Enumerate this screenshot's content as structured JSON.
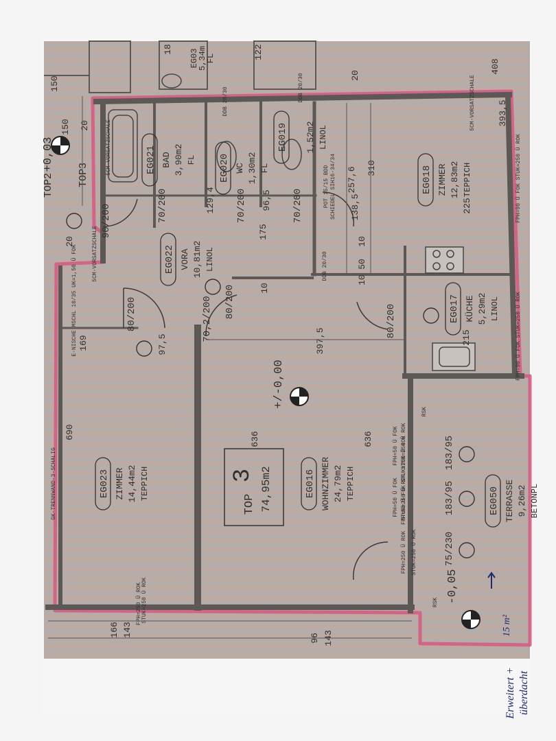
{
  "unit": {
    "label": "TOP",
    "number": "3",
    "area": "74,95m2"
  },
  "level": "+/-0,00",
  "level_top_left": "+0,03",
  "level_terrace": "-0,05",
  "top_neighbor": "TOP3",
  "top_neighbor_2": "TOP2",
  "rooms": [
    {
      "code": "EG023",
      "name": "ZIMMER",
      "area": "14,44m2",
      "floor": "TEPPICH"
    },
    {
      "code": "EG016",
      "name": "WOHNZIMMER",
      "area": "24,79m2",
      "floor": "TEPPICH"
    },
    {
      "code": "EG017",
      "name": "KÜCHE",
      "area": "5,29m2",
      "floor": "LINOL"
    },
    {
      "code": "EG018",
      "name": "ZIMMER",
      "area": "12,83m2",
      "floor": "TEPPICH"
    },
    {
      "code": "EG019",
      "name": "",
      "area": "1,52m2",
      "floor": "LINOL"
    },
    {
      "code": "EG020",
      "name": "WC",
      "area": "1,30m2",
      "floor": "FL"
    },
    {
      "code": "EG021",
      "name": "BAD",
      "area": "3,90m2",
      "floor": "FL"
    },
    {
      "code": "EG022",
      "name": "VORA",
      "area": "10,81m2",
      "floor": "LINOL"
    },
    {
      "code": "EG050",
      "name": "TERRASSE",
      "area": "9,26m2",
      "floor": "BETONPL"
    }
  ],
  "neighbor_rooms": [
    {
      "code": "EG03",
      "area": "5,34m",
      "floor": "FL"
    }
  ],
  "dimensions": [
    "690",
    "636",
    "636",
    "169",
    "97,5",
    "397,5",
    "310",
    "257,6",
    "175",
    "138,5",
    "393,5",
    "408",
    "150",
    "150",
    "20",
    "20",
    "20",
    "10",
    "10",
    "10",
    "50",
    "225",
    "215",
    "166",
    "143",
    "96",
    "143",
    "129,4",
    "96,5",
    "122",
    "18"
  ],
  "doors": [
    "80/200",
    "90/200",
    "70/200",
    "70/200",
    "70/200",
    "80/200",
    "80/200",
    "70,2/200",
    "183/95",
    "183/95",
    "75/230"
  ],
  "wall_notes": [
    "GK-TRENNWAND-3-SCHALIG",
    "5CM-VORSATZSCHALE",
    "5CM-VORSATZSCHALE",
    "5CM-VORSATZSCHALE",
    "E-NISCHE MSCHL 10/35 UK=1,50 Ü FOK",
    "FPH=90 Ü FOK STUK=250 Ü ROK",
    "FPH=90 Ü FOK STUK=250 Ü ROK",
    "FPH=50 Ü FOK STUK=250 Ü ROK",
    "FPH=50 Ü FOK",
    "STUK=250 Ü ROK",
    "FPH=50 Ü FOK",
    "STUK=250 Ü ROK",
    "FPH=250 Ü ROK",
    "STUK=250 Ü ROK",
    "FPH=250 Ü ROK",
    "STUK=250 Ü ROK",
    "POT 15/15 BDD",
    "SCHIEDEL SIH16-34/34",
    "RSK",
    "RSK",
    "DDB 20/30",
    "DDB 20/30",
    "DDB 20/30"
  ],
  "handwritten": {
    "terrace_area": "15 m²",
    "note_line1": "Erweitert +",
    "note_line2": "überdacht"
  },
  "colors": {
    "paper": "#b7b0ab",
    "stripe": "#c9a59d",
    "wall": "#5b5856",
    "highlight": "#d65c83",
    "ink": "#2f2f2f",
    "pen": "#1d2a6e"
  }
}
